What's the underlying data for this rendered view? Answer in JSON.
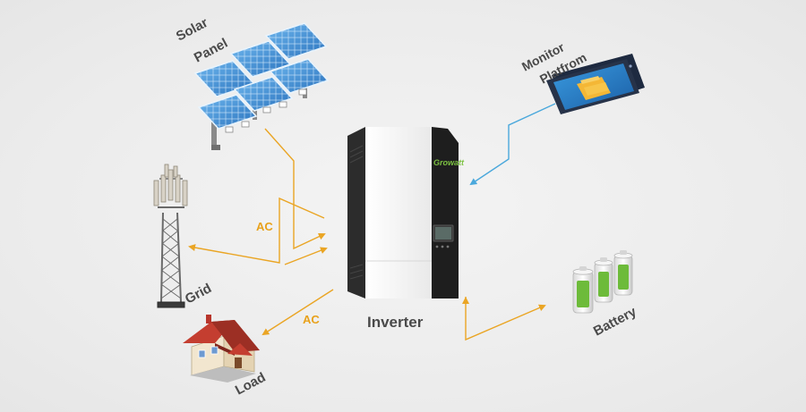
{
  "labels": {
    "solar": [
      "Solar",
      "Panel"
    ],
    "monitor": [
      "Monitor",
      "Platfrom"
    ],
    "grid": "Grid",
    "load": "Load",
    "inverter": "Inverter",
    "battery": "Battery",
    "ac_grid": "AC",
    "ac_load": "AC"
  },
  "inverter_brand": "Growatt",
  "colors": {
    "ac_line": "#eaa524",
    "monitor_line": "#4aa8dc",
    "label_text": "#4a4a4a",
    "brand_green": "#7cc242",
    "solar_blue": "#3a8fd4",
    "roof_red": "#b8352b",
    "battery_green": "#6dbb3a"
  }
}
